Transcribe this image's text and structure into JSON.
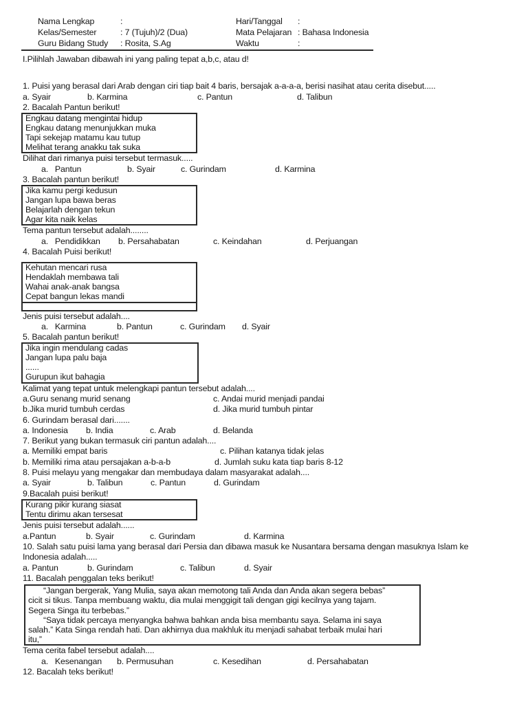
{
  "header": {
    "left": [
      {
        "label": "Nama Lengkap",
        "value": ":"
      },
      {
        "label": "Kelas/Semester",
        "value": ": 7 (Tujuh)/2 (Dua)"
      },
      {
        "label": "Guru Bidang Study",
        "value": ": Rosita, S.Ag"
      }
    ],
    "right": [
      {
        "label": "Hari/Tanggal",
        "value": ":"
      },
      {
        "label": "Mata Pelajaran",
        "value": ": Bahasa Indonesia"
      },
      {
        "label": "Waktu",
        "value": ":"
      }
    ]
  },
  "instruction": "I.Pilihlah Jawaban dibawah ini yang paling tepat a,b,c, atau d!",
  "questions": {
    "q1": {
      "text": "1. Puisi yang berasal dari Arab dengan ciri tiap bait 4 baris, bersajak a-a-a-a, berisi nasihat atau cerita disebut.....",
      "options": [
        "a. Syair",
        "b. Karmina",
        "c. Pantun",
        "d. Talibun"
      ]
    },
    "q2": {
      "text": "2. Bacalah Pantun berikut!",
      "box": [
        "Engkau datang mengintai hidup",
        "Engkau datang menunjukkan muka",
        "Tapi sekejap matamu kau tutup",
        "Melihat terang anakku tak suka"
      ],
      "prompt": "Dilihat dari rimanya puisi tersebut termasuk.....",
      "options": [
        "a.   Pantun",
        "b. Syair",
        "c. Gurindam",
        "d. Karmina"
      ]
    },
    "q3": {
      "text": "3. Bacalah pantun berikut!",
      "box": [
        "Jika kamu pergi kedusun",
        "Jangan lupa bawa beras",
        "Belajarlah dengan tekun",
        "Agar kita naik kelas"
      ],
      "prompt": "Tema pantun tersebut adalah........",
      "options": [
        "a.   Pendidikkan",
        "b. Persahabatan",
        "c. Keindahan",
        "d. Perjuangan"
      ]
    },
    "q4": {
      "text": "4. Bacalah Puisi berikut!",
      "box": [
        "Kehutan mencari rusa",
        "Hendaklah membawa tali",
        "Wahai anak-anak bangsa",
        "Cepat bangun lekas mandi"
      ],
      "prompt": "Jenis puisi tersebut adalah....",
      "options": [
        "a.   Karmina",
        "b. Pantun",
        "c. Gurindam",
        "d. Syair"
      ]
    },
    "q5": {
      "text": "5. Bacalah pantun berikut!",
      "box": [
        "Jika ingin mendulang cadas",
        "Jangan lupa palu baja",
        "......",
        "Gurupun ikut bahagia"
      ],
      "prompt": "Kalimat yang tepat untuk melengkapi pantun tersebut adalah....",
      "options": [
        "a.Guru senang murid senang",
        "c. Andai murid menjadi pandai",
        "b.Jika murid tumbuh cerdas",
        "d. Jika murid tumbuh pintar"
      ]
    },
    "q6": {
      "text": "6. Gurindam berasal dari.......",
      "options": [
        "a. Indonesia",
        "b. India",
        "c. Arab",
        "d. Belanda"
      ]
    },
    "q7": {
      "text": "7. Berikut yang bukan termasuk ciri pantun adalah....",
      "options": [
        "a. Memiliki empat baris",
        "c. Pilihan katanya tidak jelas",
        "b. Memiliki rima atau persajakan a-b-a-b",
        "d. Jumlah suku kata tiap baris 8-12"
      ]
    },
    "q8": {
      "text": "8. Puisi melayu yang mengakar dan membudaya dalam masyarakat adalah....",
      "options": [
        "a. Syair",
        "b. Talibun",
        "c. Pantun",
        "d. Gurindam"
      ]
    },
    "q9": {
      "text": "9.Bacalah puisi berikut!",
      "box": [
        "Kurang pikir kurang siasat",
        "Tentu dirimu akan tersesat"
      ],
      "prompt": "Jenis puisi tersebut adalah......",
      "options": [
        "a.Pantun",
        "b. Syair",
        "c. Gurindam",
        "d. Karmina"
      ]
    },
    "q10": {
      "text": "10. Salah satu puisi lama yang berasal dari Persia dan dibawa masuk ke Nusantara bersama dengan masuknya Islam ke",
      "text2": "Indonesia adalah.....",
      "options": [
        "a. Pantun",
        "b. Gurindam",
        "c. Talibun",
        "d. Syair"
      ]
    },
    "q11": {
      "text": "11. Bacalah penggalan teks berikut!",
      "box": [
        "“Jangan bergerak, Yang Mulia, saya akan memotong tali Anda dan Anda akan segera bebas”",
        "cicit si tikus. Tanpa membuang waktu, dia mulai menggigit tali dengan gigi kecilnya yang tajam.",
        "Segera Singa itu terbebas.”",
        "“Saya tidak percaya menyangka bahwa bahkan anda bisa membantu saya. Selama ini saya",
        "salah.” Kata Singa rendah hati. Dan akhirnya dua makhluk itu menjadi sahabat terbaik mulai hari",
        "itu,”"
      ],
      "prompt": "Tema cerita fabel tersebut adalah....",
      "options": [
        "a.   Kesenangan",
        "b. Permusuhan",
        "c. Kesedihan",
        "d. Persahabatan"
      ]
    },
    "q12": {
      "text": "12. Bacalah teks berikut!"
    }
  }
}
